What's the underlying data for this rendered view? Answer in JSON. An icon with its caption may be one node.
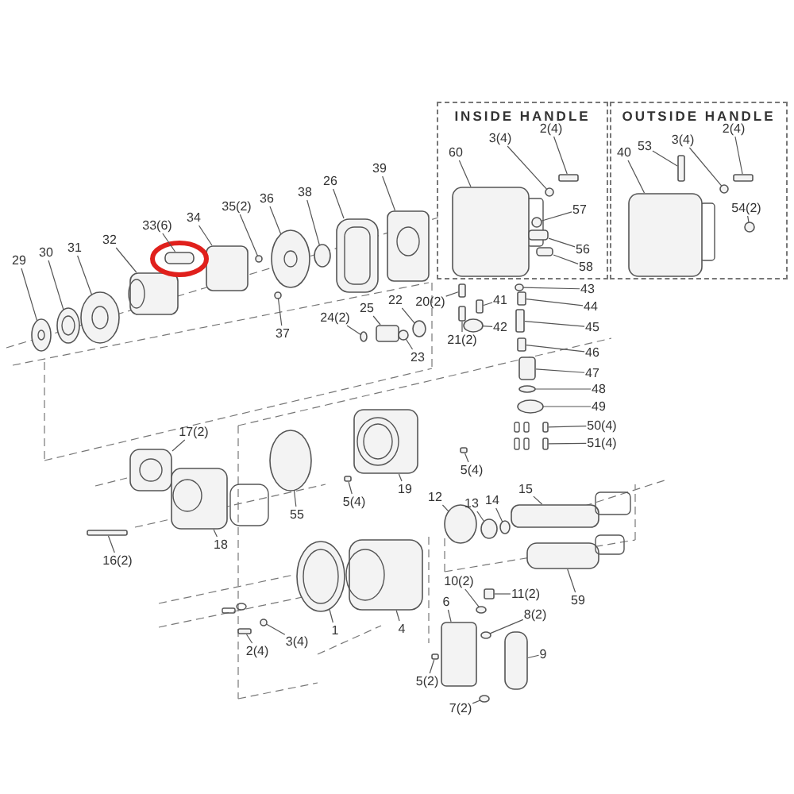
{
  "diagram": {
    "nodes": [
      {
        "text": [
          "INSIDE HANDLE"
        ]
      },
      {
        "text": [
          "OUTSIDE HANDLE"
        ]
      },
      {
        "text": [
          "3(4)"
        ],
        "in": 0
      },
      {
        "text": [
          "2(4)"
        ],
        "in": 0
      },
      {
        "text": [
          "60"
        ],
        "in": 0
      },
      {
        "text": [
          "57"
        ],
        "in": 0
      },
      {
        "text": [
          "56"
        ],
        "in": 0
      },
      {
        "text": [
          "58"
        ],
        "in": 0
      },
      {
        "text": [
          "40"
        ],
        "in": 1
      },
      {
        "text": [
          "53"
        ],
        "in": 1
      },
      {
        "text": [
          "3(4)"
        ],
        "in": 1
      },
      {
        "text": [
          "2(4)"
        ],
        "in": 1
      },
      {
        "text": [
          "54(2)"
        ],
        "in": 1
      },
      {
        "text": [
          "43"
        ]
      },
      {
        "text": [
          "44"
        ]
      },
      {
        "text": [
          "41"
        ]
      },
      {
        "text": [
          "20(2)"
        ]
      },
      {
        "text": [
          "21(2)"
        ]
      },
      {
        "text": [
          "42"
        ]
      },
      {
        "text": [
          "45"
        ]
      },
      {
        "text": [
          "46"
        ]
      },
      {
        "text": [
          "47"
        ]
      },
      {
        "text": [
          "48"
        ]
      },
      {
        "text": [
          "49"
        ]
      },
      {
        "text": [
          "50(4)"
        ]
      },
      {
        "text": [
          "51(4)"
        ]
      },
      {
        "text": [
          "29"
        ]
      },
      {
        "text": [
          "30"
        ]
      },
      {
        "text": [
          "31"
        ]
      },
      {
        "text": [
          "32"
        ]
      },
      {
        "text": [
          "33(6)"
        ]
      },
      {
        "text": [
          "34"
        ]
      },
      {
        "text": [
          "35(2)"
        ]
      },
      {
        "text": [
          "36"
        ]
      },
      {
        "text": [
          "38"
        ]
      },
      {
        "text": [
          "37"
        ]
      },
      {
        "text": [
          "26"
        ]
      },
      {
        "text": [
          "39"
        ]
      },
      {
        "text": [
          "25"
        ]
      },
      {
        "text": [
          "22"
        ]
      },
      {
        "text": [
          "24(2)"
        ]
      },
      {
        "text": [
          "23"
        ]
      },
      {
        "text": [
          "17(2)"
        ]
      },
      {
        "text": [
          "55"
        ]
      },
      {
        "text": [
          "5(4)"
        ]
      },
      {
        "text": [
          "5(4)"
        ]
      },
      {
        "text": [
          "19"
        ]
      },
      {
        "text": [
          "18"
        ]
      },
      {
        "text": [
          "16(2)"
        ]
      },
      {
        "text": [
          "12"
        ]
      },
      {
        "text": [
          "13"
        ]
      },
      {
        "text": [
          "14"
        ]
      },
      {
        "text": [
          "15"
        ]
      },
      {
        "text": [
          "59"
        ]
      },
      {
        "text": [
          "10(2)"
        ]
      },
      {
        "text": [
          "6"
        ]
      },
      {
        "text": [
          "11(2)"
        ]
      },
      {
        "text": [
          "8(2)"
        ]
      },
      {
        "text": [
          "9"
        ]
      },
      {
        "text": [
          "1"
        ]
      },
      {
        "text": [
          "4"
        ]
      },
      {
        "text": [
          "3(4)"
        ]
      },
      {
        "text": [
          "2(4)"
        ]
      },
      {
        "text": [
          "5(2)"
        ]
      },
      {
        "text": [
          "7(2)"
        ]
      },
      {
        "text": [],
        "shape": "circle",
        "in": 0
      },
      {
        "text": [],
        "shape": "box",
        "in": 0
      },
      {
        "text": [],
        "shape": "box",
        "in": 0
      },
      {
        "text": [],
        "shape": "circle",
        "in": 0
      },
      {
        "text": [],
        "shape": "box",
        "in": 0
      },
      {
        "text": [],
        "shape": "box",
        "in": 0
      },
      {
        "text": [],
        "shape": "box",
        "in": 1
      },
      {
        "text": [],
        "shape": "box",
        "in": 1
      },
      {
        "text": [],
        "shape": "circle",
        "in": 1
      },
      {
        "text": [],
        "shape": "box",
        "in": 1
      },
      {
        "text": [],
        "shape": "circle",
        "in": 1
      },
      {
        "text": [],
        "shape": "circle"
      },
      {
        "text": [],
        "shape": "box"
      },
      {
        "text": [],
        "shape": "box"
      },
      {
        "text": [],
        "shape": "box"
      },
      {
        "text": [],
        "shape": "box"
      },
      {
        "text": [],
        "shape": "circle"
      },
      {
        "text": [],
        "shape": "box"
      },
      {
        "text": [],
        "shape": "box"
      },
      {
        "text": [],
        "shape": "box"
      },
      {
        "text": [],
        "shape": "circle"
      },
      {
        "text": [],
        "shape": "circle"
      },
      {
        "text": [],
        "shape": "box"
      },
      {
        "text": [],
        "shape": "box"
      },
      {
        "text": [],
        "shape": "circle"
      },
      {
        "text": [],
        "shape": "circle"
      },
      {
        "text": [],
        "shape": "circle"
      },
      {
        "text": [],
        "shape": "box"
      },
      {
        "text": [],
        "shape": "box"
      },
      {
        "text": [],
        "shape": "box"
      },
      {
        "text": [],
        "shape": "circle"
      },
      {
        "text": [],
        "shape": "circle"
      },
      {
        "text": [],
        "shape": "circle"
      },
      {
        "text": [],
        "shape": "circle"
      },
      {
        "text": [],
        "shape": "box"
      },
      {
        "text": [],
        "shape": "box"
      },
      {
        "text": [],
        "shape": "box"
      },
      {
        "text": [],
        "shape": "circle"
      },
      {
        "text": [],
        "shape": "circle"
      },
      {
        "text": [],
        "shape": "circle"
      },
      {
        "text": [],
        "shape": "box"
      },
      {
        "text": [],
        "shape": "circle"
      },
      {
        "text": [],
        "shape": "box"
      },
      {
        "text": [],
        "shape": "box"
      },
      {
        "text": [],
        "shape": "box"
      },
      {
        "text": [],
        "shape": "box"
      },
      {
        "text": [],
        "shape": "box"
      },
      {
        "text": [],
        "shape": "circle"
      },
      {
        "text": [],
        "shape": "circle"
      },
      {
        "text": [],
        "shape": "circle"
      },
      {
        "text": [],
        "shape": "box"
      },
      {
        "text": [],
        "shape": "box"
      },
      {
        "text": [],
        "shape": "circle"
      },
      {
        "text": [],
        "shape": "box"
      },
      {
        "text": [],
        "shape": "box"
      },
      {
        "text": [],
        "shape": "circle"
      },
      {
        "text": [],
        "shape": "box"
      },
      {
        "text": [],
        "shape": "circle"
      },
      {
        "text": [],
        "shape": "box"
      },
      {
        "text": [],
        "shape": "circle"
      },
      {
        "text": [],
        "shape": "box"
      },
      {
        "text": [],
        "shape": "box"
      },
      {
        "text": [],
        "shape": "circle"
      }
    ],
    "edges": [
      {
        "from": 2,
        "to": 65,
        "arrow": "none"
      },
      {
        "from": 3,
        "to": 66,
        "arrow": "none"
      },
      {
        "from": 4,
        "to": 67,
        "arrow": "none"
      },
      {
        "from": 5,
        "to": 68,
        "arrow": "none"
      },
      {
        "from": 6,
        "to": 69,
        "arrow": "none"
      },
      {
        "from": 7,
        "to": 70,
        "arrow": "none"
      },
      {
        "from": 8,
        "to": 71,
        "arrow": "none"
      },
      {
        "from": 9,
        "to": 72,
        "arrow": "none"
      },
      {
        "from": 10,
        "to": 73,
        "arrow": "none"
      },
      {
        "from": 11,
        "to": 74,
        "arrow": "none"
      },
      {
        "from": 12,
        "to": 75,
        "arrow": "none"
      },
      {
        "from": 13,
        "to": 76,
        "arrow": "none"
      },
      {
        "from": 14,
        "to": 77,
        "arrow": "none"
      },
      {
        "from": 15,
        "to": 78,
        "arrow": "none"
      },
      {
        "from": 16,
        "to": 79,
        "arrow": "none"
      },
      {
        "from": 17,
        "to": 80,
        "arrow": "none"
      },
      {
        "from": 18,
        "to": 81,
        "arrow": "none"
      },
      {
        "from": 19,
        "to": 82,
        "arrow": "none"
      },
      {
        "from": 20,
        "to": 83,
        "arrow": "none"
      },
      {
        "from": 21,
        "to": 84,
        "arrow": "none"
      },
      {
        "from": 22,
        "to": 85,
        "arrow": "none"
      },
      {
        "from": 23,
        "to": 86,
        "arrow": "none"
      },
      {
        "from": 24,
        "to": 87,
        "arrow": "none"
      },
      {
        "from": 25,
        "to": 88,
        "arrow": "none"
      },
      {
        "from": 26,
        "to": 89,
        "arrow": "none"
      },
      {
        "from": 27,
        "to": 90,
        "arrow": "none"
      },
      {
        "from": 28,
        "to": 91,
        "arrow": "none"
      },
      {
        "from": 29,
        "to": 92,
        "arrow": "none"
      },
      {
        "from": 30,
        "to": 93,
        "arrow": "none"
      },
      {
        "from": 31,
        "to": 94,
        "arrow": "none"
      },
      {
        "from": 32,
        "to": 95,
        "arrow": "none"
      },
      {
        "from": 33,
        "to": 96,
        "arrow": "none"
      },
      {
        "from": 34,
        "to": 97,
        "arrow": "none"
      },
      {
        "from": 35,
        "to": 98,
        "arrow": "none"
      },
      {
        "from": 36,
        "to": 99,
        "arrow": "none"
      },
      {
        "from": 37,
        "to": 100,
        "arrow": "none"
      },
      {
        "from": 38,
        "to": 101,
        "arrow": "none"
      },
      {
        "from": 39,
        "to": 102,
        "arrow": "none"
      },
      {
        "from": 40,
        "to": 103,
        "arrow": "none"
      },
      {
        "from": 41,
        "to": 104,
        "arrow": "none"
      },
      {
        "from": 42,
        "to": 105,
        "arrow": "none"
      },
      {
        "from": 43,
        "to": 106,
        "arrow": "none"
      },
      {
        "from": 44,
        "to": 107,
        "arrow": "none"
      },
      {
        "from": 45,
        "to": 108,
        "arrow": "none"
      },
      {
        "from": 46,
        "to": 109,
        "arrow": "none"
      },
      {
        "from": 47,
        "to": 110,
        "arrow": "none"
      },
      {
        "from": 48,
        "to": 111,
        "arrow": "none"
      },
      {
        "from": 49,
        "to": 112,
        "arrow": "none"
      },
      {
        "from": 50,
        "to": 113,
        "arrow": "none"
      },
      {
        "from": 51,
        "to": 114,
        "arrow": "none"
      },
      {
        "from": 52,
        "to": 115,
        "arrow": "none"
      },
      {
        "from": 53,
        "to": 116,
        "arrow": "none"
      },
      {
        "from": 54,
        "to": 117,
        "arrow": "none"
      },
      {
        "from": 55,
        "to": 118,
        "arrow": "none"
      },
      {
        "from": 56,
        "to": 119,
        "arrow": "none"
      },
      {
        "from": 57,
        "to": 120,
        "arrow": "none"
      },
      {
        "from": 58,
        "to": 121,
        "arrow": "none"
      },
      {
        "from": 59,
        "to": 122,
        "arrow": "none"
      },
      {
        "from": 60,
        "to": 123,
        "arrow": "none"
      },
      {
        "from": 61,
        "to": 124,
        "arrow": "none"
      },
      {
        "from": 62,
        "to": 125,
        "arrow": "none"
      },
      {
        "from": 63,
        "to": 126,
        "arrow": "none"
      },
      {
        "from": 64,
        "to": 127,
        "arrow": "none"
      }
    ]
  }
}
